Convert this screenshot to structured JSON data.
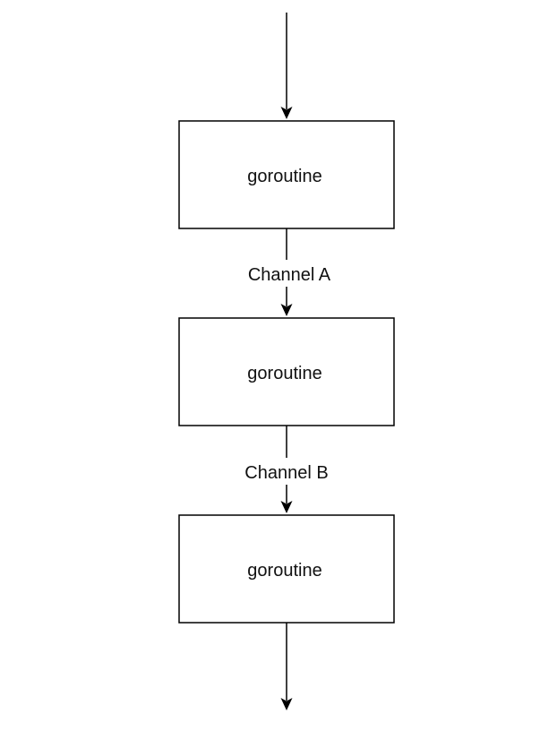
{
  "diagram": {
    "nodes": [
      {
        "label": "goroutine"
      },
      {
        "label": "goroutine"
      },
      {
        "label": "goroutine"
      }
    ],
    "edges": [
      {
        "from": "start",
        "to": "node-1",
        "label": ""
      },
      {
        "from": "node-1",
        "to": "node-2",
        "label": "Channel A"
      },
      {
        "from": "node-2",
        "to": "node-3",
        "label": "Channel B"
      },
      {
        "from": "node-3",
        "to": "end",
        "label": ""
      }
    ]
  }
}
